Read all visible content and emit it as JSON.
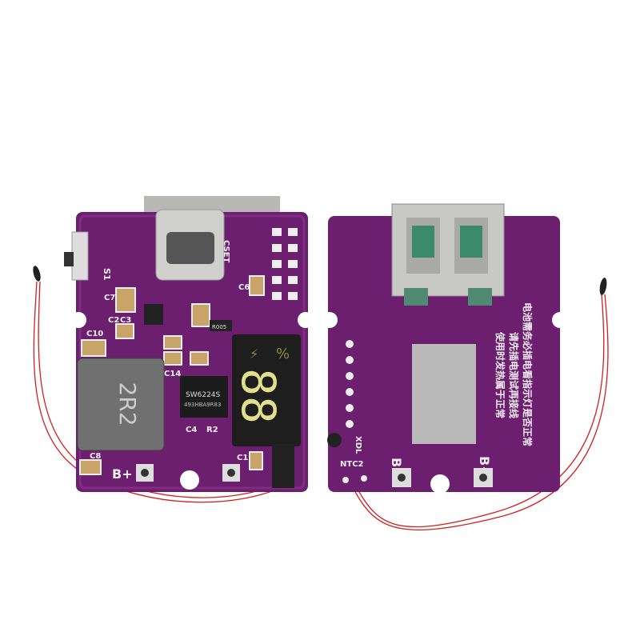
{
  "colors": {
    "pcb": "#6b1f6e",
    "pcb_dark": "#4e1652",
    "silkscreen": "#f4eef4",
    "metal": "#c9c9c6",
    "wire": "#d21f1f",
    "display_segments": "#e3e08a"
  },
  "left_board": {
    "labels": {
      "switch": "S1",
      "inductor": "2R2",
      "chip": "SW6224S",
      "chip_code": "493HBA9R83",
      "battery_plus": "B+",
      "cset": "CSET",
      "c7": "C7",
      "c10": "C10",
      "c2": "C2",
      "c3": "C3",
      "c6": "C6",
      "c8": "C8",
      "c14": "C14",
      "c1": "C1",
      "c4": "C4",
      "r2": "R2",
      "r005": "R005"
    },
    "display": {
      "digits": "88",
      "percent": "%",
      "icon": "lightning-icon"
    }
  },
  "right_board": {
    "labels": {
      "ntc": "NTC2",
      "xdl": "XDL",
      "battery_minus": "B-",
      "battery_plus": "B+"
    },
    "notice_lines": [
      "电池需务必插电看指示灯是否正常",
      "请先插电测试再接线",
      "使用时发热属于正常"
    ]
  }
}
